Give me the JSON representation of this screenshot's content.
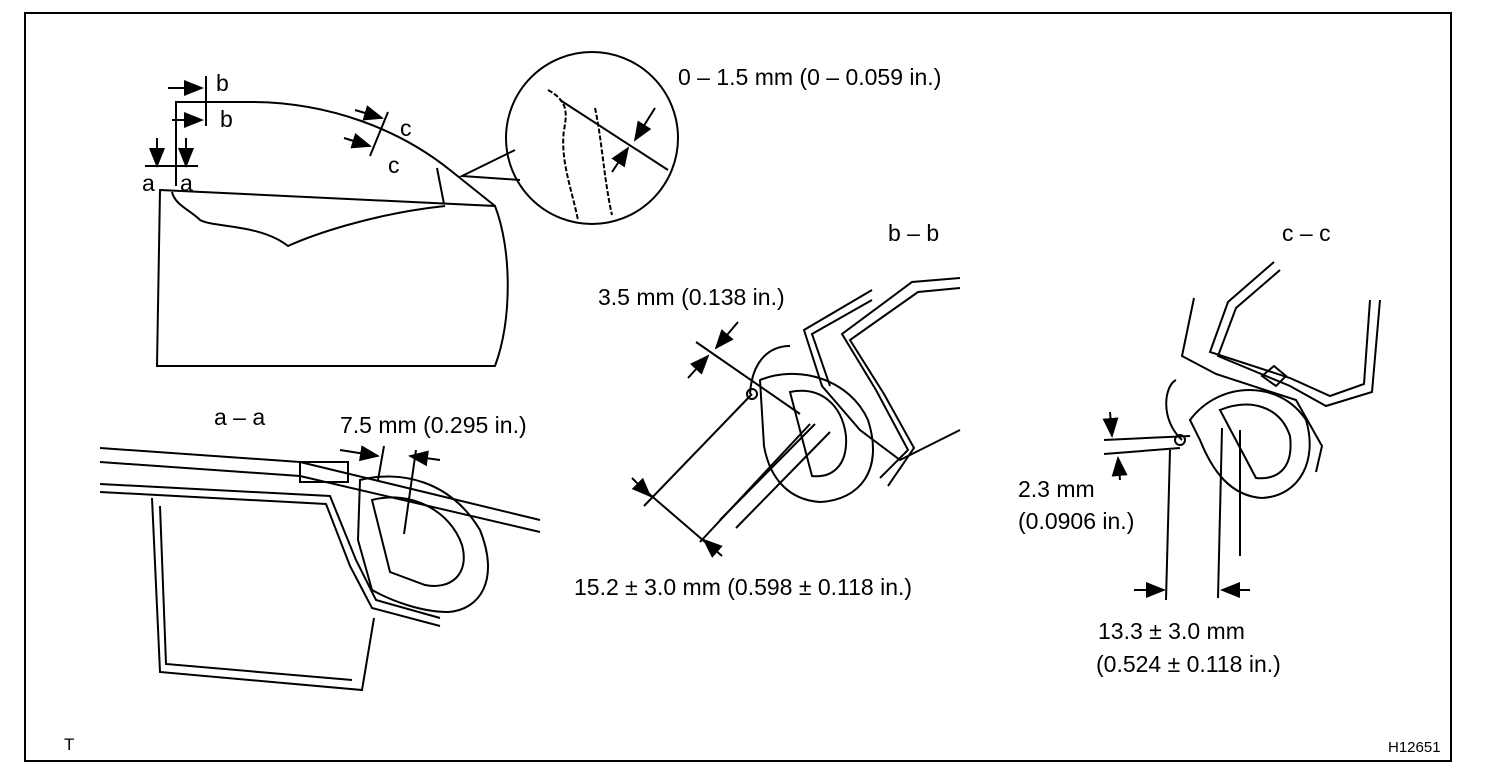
{
  "labels": {
    "b_top": "b",
    "b_bottom": "b",
    "c_top": "c",
    "c_bottom": "c",
    "a_left": "a",
    "a_right": "a",
    "gap_dim": "0 – 1.5 mm (0 – 0.059 in.)",
    "section_bb": "b – b",
    "section_cc": "c – c",
    "section_aa": "a – a",
    "dim_35": "3.5 mm (0.138 in.)",
    "dim_75": "7.5 mm (0.295 in.)",
    "dim_152": "15.2 ± 3.0 mm (0.598 ± 0.118 in.)",
    "dim_23_mm": "2.3 mm",
    "dim_23_in": "(0.0906 in.)",
    "dim_133_mm": "13.3 ± 3.0 mm",
    "dim_133_in": "(0.524 ± 0.118 in.)",
    "corner_t": "T",
    "figure_id": "H12651"
  }
}
